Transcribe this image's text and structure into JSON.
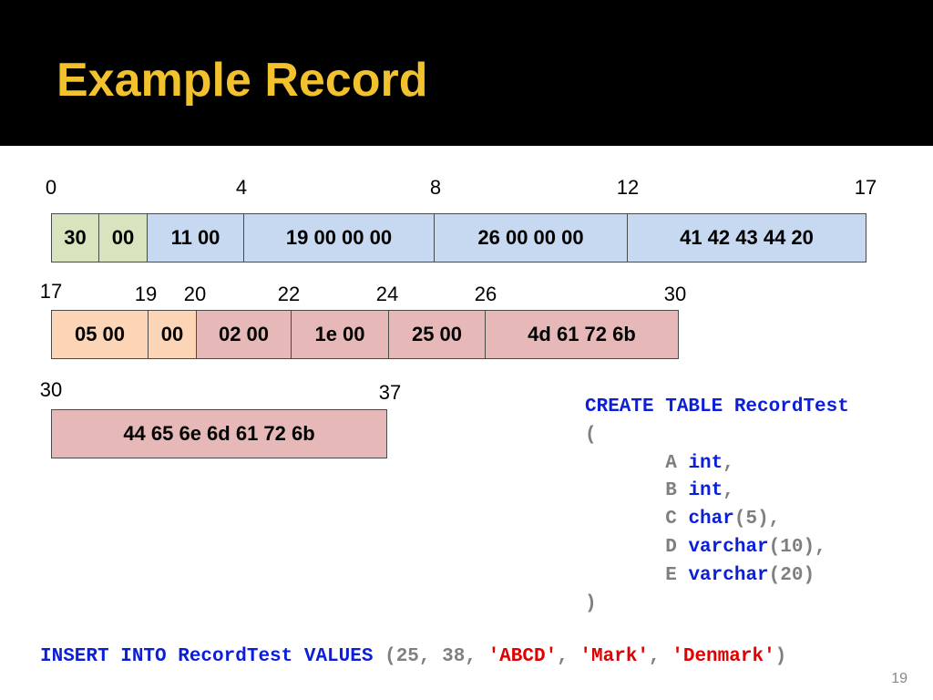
{
  "slide": {
    "title": "Example Record",
    "page_number": "19"
  },
  "row1": {
    "offsets": [
      "0",
      "4",
      "8",
      "12",
      "17"
    ],
    "cells": [
      "30",
      "00",
      "11 00",
      "19 00 00 00",
      "26 00 00 00",
      "41 42 43 44 20"
    ]
  },
  "row2": {
    "offsets": [
      "17",
      "19",
      "20",
      "22",
      "24",
      "26",
      "30"
    ],
    "cells": [
      "05 00",
      "00",
      "02 00",
      "1e 00",
      "25 00",
      "4d 61 72 6b"
    ]
  },
  "row3": {
    "offsets": [
      "30",
      "37"
    ],
    "cells": [
      "44 65 6e 6d 61 72 6b"
    ]
  },
  "create_sql": {
    "line1_kw": "CREATE TABLE RecordTest",
    "open_paren": "(",
    "columns": [
      {
        "name": "A",
        "type": "int",
        "args": "",
        "sep": ","
      },
      {
        "name": "B",
        "type": "int",
        "args": "",
        "sep": ","
      },
      {
        "name": "C",
        "type": "char",
        "args": "(5)",
        "sep": ","
      },
      {
        "name": "D",
        "type": "varchar",
        "args": "(10)",
        "sep": ","
      },
      {
        "name": "E",
        "type": "varchar",
        "args": "(20)",
        "sep": ""
      }
    ],
    "close_paren": ")"
  },
  "insert_sql": {
    "kw": "INSERT INTO RecordTest VALUES",
    "open": " (",
    "num1": "25",
    "sep1": ", ",
    "num2": "38",
    "sep2": ", ",
    "str1": "'ABCD'",
    "sep3": ", ",
    "str2": "'Mark'",
    "sep4": ", ",
    "str3": "'Denmark'",
    "close": ")"
  },
  "colors": {
    "title": "#f2c12e",
    "fixed_header": "#d7e4bd",
    "fixed_data": "#c6d9f1",
    "null_bitmap": "#fbd5b5",
    "variable_data": "#e6b9b8",
    "sql_keyword": "#0b1fd8",
    "sql_string": "#e00000"
  }
}
